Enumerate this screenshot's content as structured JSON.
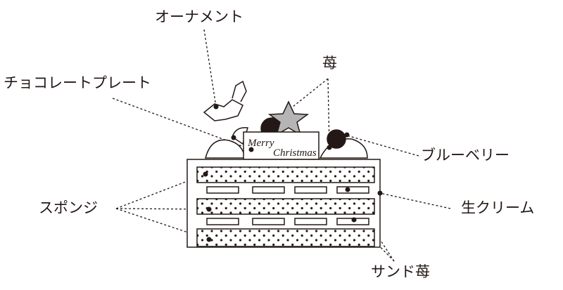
{
  "labels": {
    "ornament": "オーナメント",
    "chocolate_plate": "チョコレートプレート",
    "strawberry": "苺",
    "blueberry": "ブルーベリー",
    "cream": "生クリーム",
    "sponge": "スポンジ",
    "sandwich_strawberry": "サンド苺"
  },
  "plate_text": {
    "line1": "Merry",
    "line2": "Christmas"
  },
  "colors": {
    "ink": "#231815",
    "star": "#b5b5b6"
  }
}
